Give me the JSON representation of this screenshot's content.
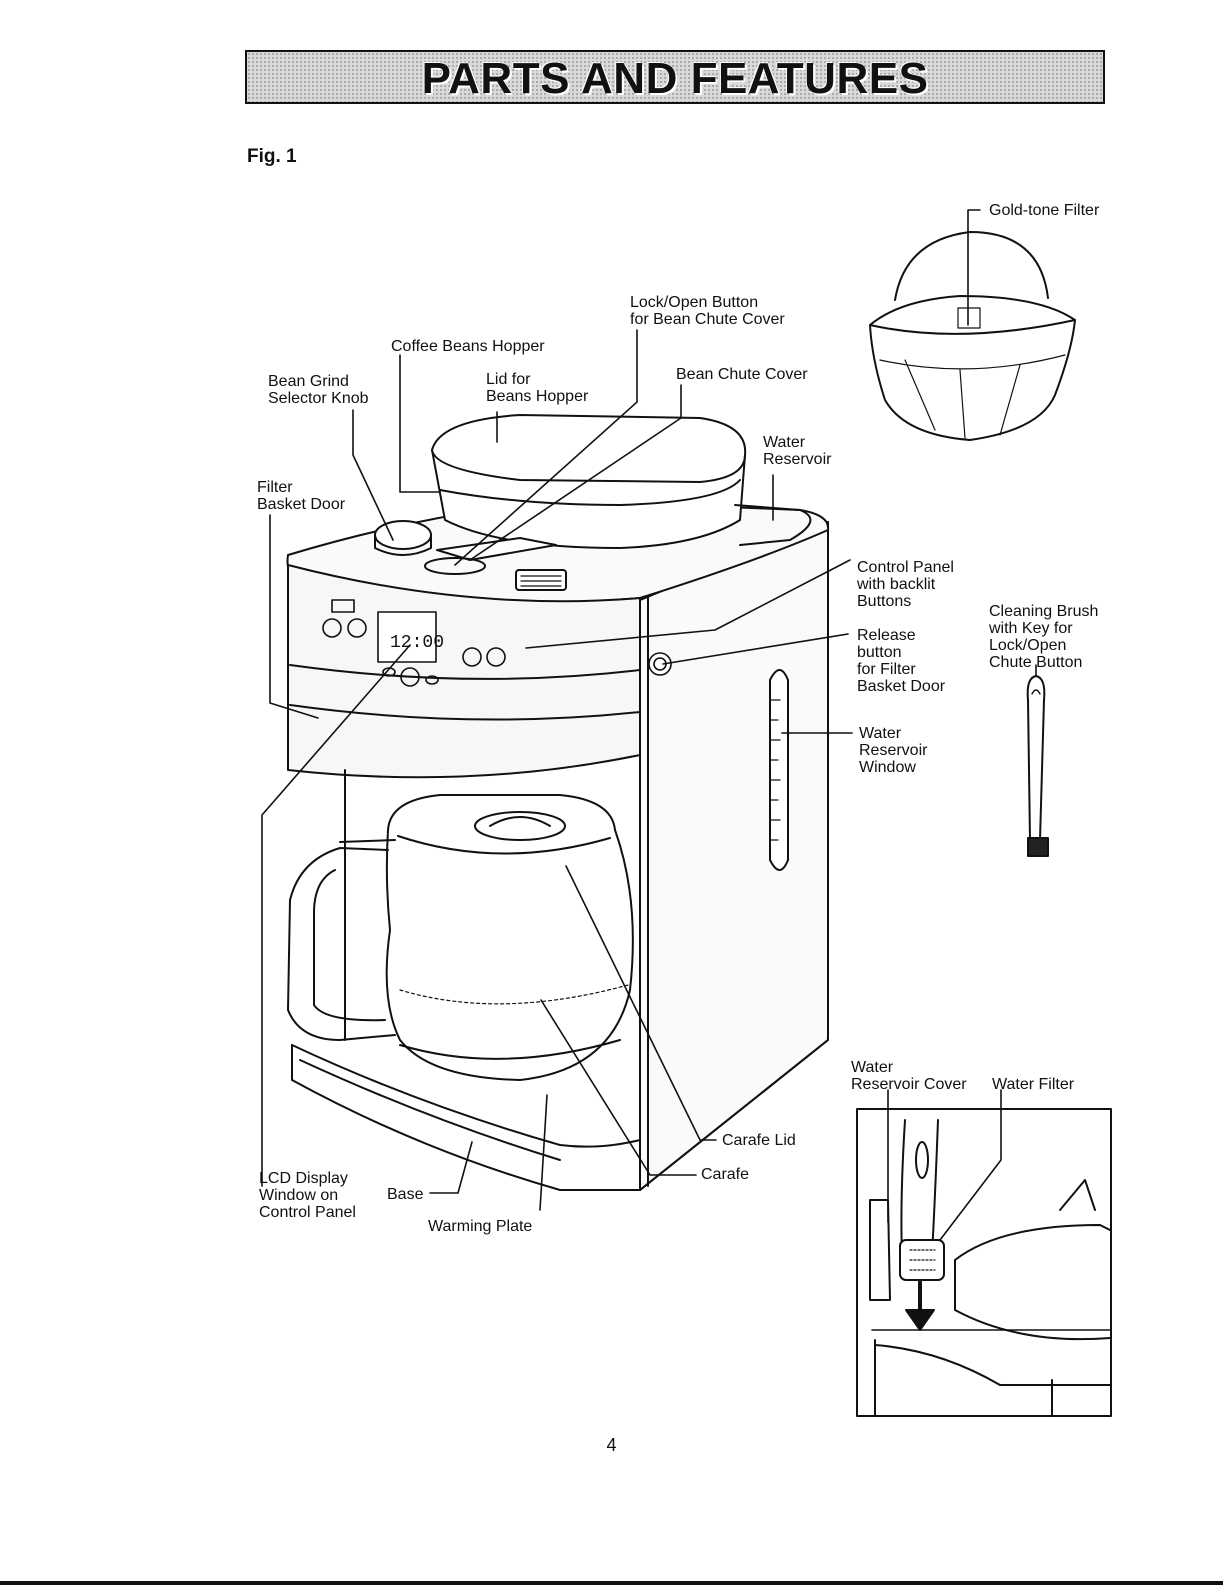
{
  "header": {
    "title": "PARTS AND FEATURES"
  },
  "figure_label": "Fig. 1",
  "labels": {
    "gold_tone_filter": "Gold-tone Filter",
    "lock_open_button": "Lock/Open Button\nfor Bean Chute Cover",
    "coffee_beans_hopper": "Coffee Beans Hopper",
    "bean_grind_selector": "Bean Grind\nSelector Knob",
    "lid_for_beans_hopper": "Lid for\nBeans Hopper",
    "bean_chute_cover": "Bean Chute Cover",
    "water_reservoir": "Water\nReservoir",
    "filter_basket_door": "Filter\nBasket Door",
    "control_panel": "Control Panel\nwith backlit\nButtons",
    "cleaning_brush": "Cleaning Brush\nwith Key for\nLock/Open\nChute Button",
    "release_button": "Release\nbutton\nfor Filter\nBasket Door",
    "water_reservoir_window": "Water\nReservoir\nWindow",
    "water_reservoir_cover": "Water\nReservoir Cover",
    "water_filter": "Water Filter",
    "carafe_lid": "Carafe Lid",
    "carafe": "Carafe",
    "lcd_display": "LCD Display\nWindow on\nControl Panel",
    "base": "Base",
    "warming_plate": "Warming Plate"
  },
  "lcd": {
    "time": "12:00"
  },
  "page_number": "4"
}
